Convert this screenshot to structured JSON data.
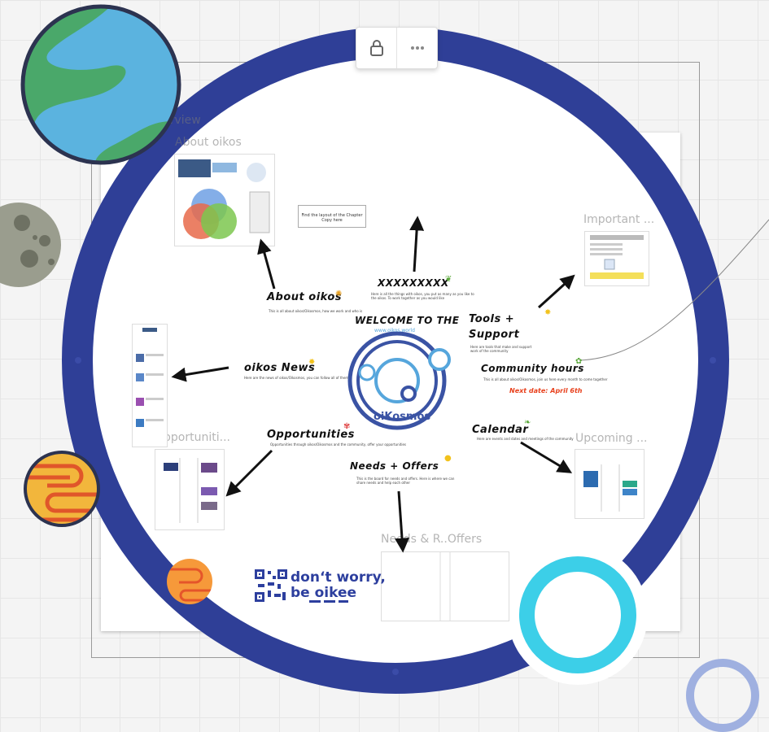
{
  "board": {
    "frame_kosmos_overview": "Kosmos overview",
    "frame_about_oikos": "About oikos",
    "frame_important": "Important ...",
    "frame_opportunities": "Opportuniti...",
    "frame_upcoming": "Upcoming ...",
    "frame_needs_offers": "Needs & R..Offers"
  },
  "toolbar": {
    "lock_icon": "lock-icon",
    "more_icon": "more-icon"
  },
  "center": {
    "welcome": "WELCOME TO THE",
    "logo_top": "www.oikos.world",
    "logo_name": "oiKosmos"
  },
  "sections": {
    "about": "About oikos",
    "about_desc": "This is all about oikos/Oikosmos, how we work and who is",
    "xxx": "XXXXXXXXX",
    "xxx_desc": "Here is all the things with oikos, you put as many as you like to the oikos. To work together as you would like",
    "tools_line1": "Tools +",
    "tools_line2": "Support",
    "tools_desc": "Here are tools that make and support work of the community",
    "news": "oikos News",
    "news_desc": "Here are the news of oikos/Oikosmos, you can follow all of them here",
    "hours": "Community hours",
    "hours_desc": "This is all about oikos/Oikosmos, join us here every month to come together",
    "next_date": "Next date: April 6th",
    "opportunities": "Opportunities",
    "opportunities_desc": "Opportunities through oikos/Oikosmos and the community, offer your opportunities",
    "calendar": "Calendar",
    "calendar_desc": "Here are events and dates and meetings of the community",
    "needs": "Needs + Offers",
    "needs_desc": "This is the board for needs and offers. Here is where we can share needs and help each other"
  },
  "sticky": {
    "text": "Find the layout of the Chapter Copy here"
  },
  "qr_tagline": {
    "line1": "don‘t worry,",
    "line2": "be oikee"
  },
  "colors": {
    "ring": "#2f3f97",
    "cyan": "#3ccfe8",
    "accent": "#e8401c"
  }
}
